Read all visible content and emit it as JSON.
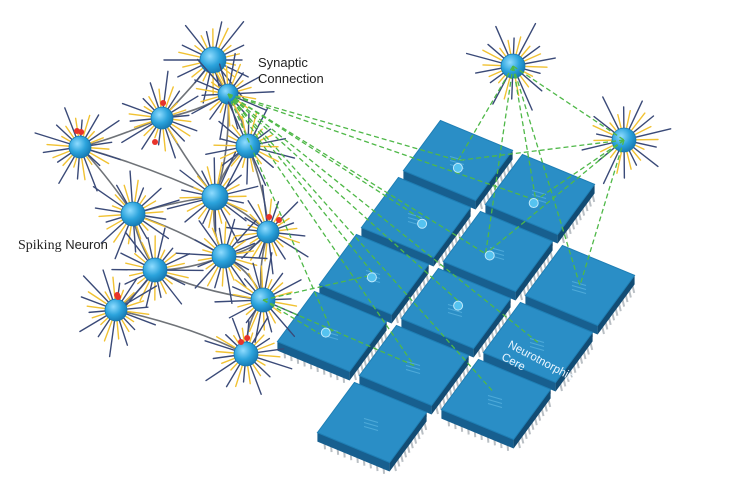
{
  "labels": {
    "synaptic_line1": "Synaptic",
    "synaptic_line2": "Connection",
    "spiking_word": "Spiking",
    "neuron_word": "Neuron",
    "core_line1": "Neurotnorphic",
    "core_line2": "Cere"
  },
  "colors": {
    "neuron": "#2ba3dc",
    "neuron_dark": "#1577b0",
    "spike_dark": "#3a4a78",
    "spike_gold": "#f1c232",
    "red_dot": "#e8332a",
    "axon": "#6f7378",
    "synapse_link": "#4fb848",
    "chip_top": "#2a8ec6",
    "chip_side": "#175f8f",
    "pin": "#b9bfc4"
  },
  "icons": {
    "neuron": "spiky-neuron-icon",
    "chip": "microchip-icon"
  }
}
